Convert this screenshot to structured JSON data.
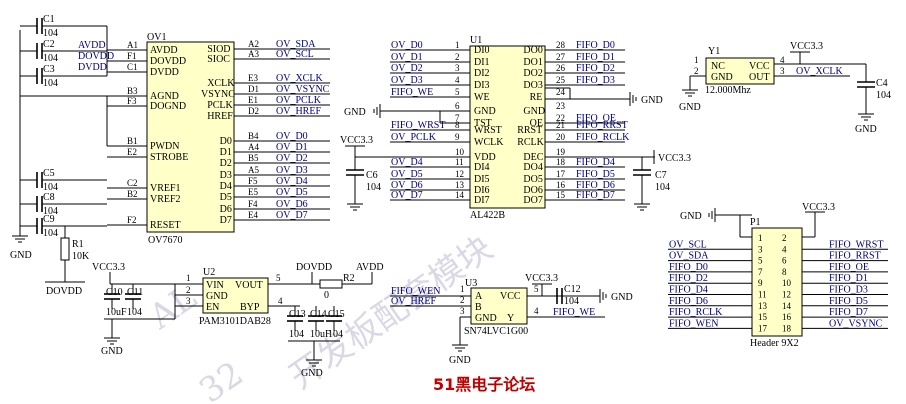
{
  "watermark": {
    "line1": "AL",
    "line2": "开发板配套模块",
    "line3": "32"
  },
  "footer_title": "51黑电子论坛",
  "ov7670": {
    "ref": "OV1",
    "value": "OV7670",
    "left_pins": [
      {
        "num": "A1",
        "name": "AVDD",
        "net": "AVDD"
      },
      {
        "num": "F1",
        "name": "DOVDD",
        "net": "DOVDD"
      },
      {
        "num": "C1",
        "name": "DVDD",
        "net": "DVDD"
      },
      {
        "num": "B3",
        "name": "AGND",
        "net": ""
      },
      {
        "num": "F3",
        "name": "DOGND",
        "net": ""
      },
      {
        "num": "B1",
        "name": "PWDN",
        "net": ""
      },
      {
        "num": "E2",
        "name": "STROBE",
        "net": ""
      },
      {
        "num": "C2",
        "name": "VREF1",
        "net": ""
      },
      {
        "num": "B2",
        "name": "VREF2",
        "net": ""
      },
      {
        "num": "F2",
        "name": "RESET",
        "net": ""
      }
    ],
    "right_pins": [
      {
        "num": "A2",
        "name": "SIOD",
        "net": "OV_SDA"
      },
      {
        "num": "A3",
        "name": "SIOC",
        "net": "OV_SCL"
      },
      {
        "num": "E3",
        "name": "XCLK",
        "net": "OV_XCLK"
      },
      {
        "num": "D1",
        "name": "VSYNC",
        "net": "OV_VSYNC"
      },
      {
        "num": "E1",
        "name": "PCLK",
        "net": "OV_PCLK"
      },
      {
        "num": "D2",
        "name": "HREF",
        "net": "OV_HREF"
      },
      {
        "num": "B4",
        "name": "D0",
        "net": "OV_D0"
      },
      {
        "num": "A4",
        "name": "D1",
        "net": "OV_D1"
      },
      {
        "num": "B5",
        "name": "D2",
        "net": "OV_D2"
      },
      {
        "num": "A5",
        "name": "D3",
        "net": "OV_D3"
      },
      {
        "num": "F5",
        "name": "D4",
        "net": "OV_D4"
      },
      {
        "num": "E5",
        "name": "D5",
        "net": "OV_D5"
      },
      {
        "num": "F4",
        "name": "D6",
        "net": "OV_D6"
      },
      {
        "num": "E4",
        "name": "D7",
        "net": "OV_D7"
      }
    ]
  },
  "left_caps": [
    {
      "ref": "C1",
      "value": "104"
    },
    {
      "ref": "C2",
      "value": "104"
    },
    {
      "ref": "C3",
      "value": "104"
    },
    {
      "ref": "C5",
      "value": "104"
    },
    {
      "ref": "C8",
      "value": "104"
    },
    {
      "ref": "C9",
      "value": "104"
    }
  ],
  "gnd_label": "GND",
  "r1": {
    "ref": "R1",
    "value": "10K",
    "net": "DOVDD"
  },
  "u2": {
    "ref": "U2",
    "value": "PAM3101DAB28",
    "pins": [
      {
        "num": "1",
        "name": "VIN"
      },
      {
        "num": "2",
        "name": "GND"
      },
      {
        "num": "3",
        "name": "EN"
      },
      {
        "num": "5",
        "name": "VOUT"
      },
      {
        "num": "4",
        "name": "BYP"
      }
    ],
    "in_net": "VCC3.3",
    "out_net": "DOVDD",
    "caps": [
      {
        "ref": "C10",
        "value": "10uF"
      },
      {
        "ref": "C11",
        "value": "104"
      },
      {
        "ref": "C13",
        "value": "104"
      },
      {
        "ref": "C14",
        "value": "10uF"
      },
      {
        "ref": "C15",
        "value": "104"
      }
    ]
  },
  "r2": {
    "ref": "R2",
    "value": "0",
    "net": "AVDD"
  },
  "al422b": {
    "ref": "U1",
    "value": "AL422B",
    "left_pins": [
      {
        "num": "1",
        "name": "DI0",
        "net": "OV_D0"
      },
      {
        "num": "2",
        "name": "DI1",
        "net": "OV_D1"
      },
      {
        "num": "3",
        "name": "DI2",
        "net": "OV_D2"
      },
      {
        "num": "4",
        "name": "DI3",
        "net": "OV_D3"
      },
      {
        "num": "5",
        "name": "WE",
        "net": "FIFO_WE"
      },
      {
        "num": "6",
        "name": "GND",
        "net": "GND"
      },
      {
        "num": "7",
        "name": "TST",
        "net": ""
      },
      {
        "num": "8",
        "name": "WRST",
        "net": "FIFO_WRST"
      },
      {
        "num": "9",
        "name": "WCLK",
        "net": "OV_PCLK"
      },
      {
        "num": "10",
        "name": "VDD",
        "net": "VCC3.3"
      },
      {
        "num": "11",
        "name": "DI4",
        "net": "OV_D4"
      },
      {
        "num": "12",
        "name": "DI5",
        "net": "OV_D5"
      },
      {
        "num": "13",
        "name": "DI6",
        "net": "OV_D6"
      },
      {
        "num": "14",
        "name": "DI7",
        "net": "OV_D7"
      }
    ],
    "right_pins": [
      {
        "num": "28",
        "name": "DO0",
        "net": "FIFO_D0"
      },
      {
        "num": "27",
        "name": "DO1",
        "net": "FIFO_D1"
      },
      {
        "num": "26",
        "name": "DO2",
        "net": "FIFO_D2"
      },
      {
        "num": "25",
        "name": "DO3",
        "net": "FIFO_D3"
      },
      {
        "num": "24",
        "name": "RE",
        "net": ""
      },
      {
        "num": "23",
        "name": "GND",
        "net": "GND"
      },
      {
        "num": "22",
        "name": "OE",
        "net": "FIFO_OE"
      },
      {
        "num": "21",
        "name": "RRST",
        "net": "FIFO_RRST"
      },
      {
        "num": "20",
        "name": "RCLK",
        "net": "FIFO_RCLK"
      },
      {
        "num": "19",
        "name": "DEC",
        "net": "VCC3.3"
      },
      {
        "num": "18",
        "name": "DO4",
        "net": "FIFO_D4"
      },
      {
        "num": "17",
        "name": "DO5",
        "net": "FIFO_D5"
      },
      {
        "num": "16",
        "name": "DO6",
        "net": "FIFO_D6"
      },
      {
        "num": "15",
        "name": "DO7",
        "net": "FIFO_D7"
      }
    ],
    "c6": {
      "ref": "C6",
      "value": "104"
    },
    "c7": {
      "ref": "C7",
      "value": "104"
    }
  },
  "y1": {
    "ref": "Y1",
    "value": "12.000Mhz",
    "pins": [
      {
        "num": "1",
        "name": "NC"
      },
      {
        "num": "2",
        "name": "GND"
      },
      {
        "num": "4",
        "name": "VCC"
      },
      {
        "num": "3",
        "name": "OUT"
      }
    ],
    "net": "OV_XCLK",
    "c4": {
      "ref": "C4",
      "value": "104"
    }
  },
  "u3": {
    "ref": "U3",
    "value": "SN74LVC1G00",
    "pins": [
      {
        "num": "1",
        "name": "A"
      },
      {
        "num": "2",
        "name": "B"
      },
      {
        "num": "3",
        "name": "GND"
      },
      {
        "num": "5",
        "name": "VCC"
      },
      {
        "num": "4",
        "name": "Y"
      }
    ],
    "in_a": "FIFO_WEN",
    "in_b": "OV_HREF",
    "out": "FIFO_WE",
    "c12": {
      "ref": "C12",
      "value": "104"
    }
  },
  "p1": {
    "ref": "P1",
    "value": "Header 9X2",
    "rows": [
      {
        "l": "1",
        "r": "2",
        "lnet": "",
        "rnet": ""
      },
      {
        "l": "3",
        "r": "4",
        "lnet": "OV_SCL",
        "rnet": "FIFO_WRST"
      },
      {
        "l": "5",
        "r": "6",
        "lnet": "OV_SDA",
        "rnet": "FIFO_RRST"
      },
      {
        "l": "7",
        "r": "8",
        "lnet": "FIFO_D0",
        "rnet": "FIFO_OE"
      },
      {
        "l": "9",
        "r": "10",
        "lnet": "FIFO_D2",
        "rnet": "FIFO_D1"
      },
      {
        "l": "11",
        "r": "12",
        "lnet": "FIFO_D4",
        "rnet": "FIFO_D3"
      },
      {
        "l": "13",
        "r": "14",
        "lnet": "FIFO_D6",
        "rnet": "FIFO_D5"
      },
      {
        "l": "15",
        "r": "16",
        "lnet": "FIFO_RCLK",
        "rnet": "FIFO_D7"
      },
      {
        "l": "17",
        "r": "18",
        "lnet": "FIFO_WEN",
        "rnet": "OV_VSYNC"
      }
    ]
  },
  "vcc_label": "VCC3.3"
}
